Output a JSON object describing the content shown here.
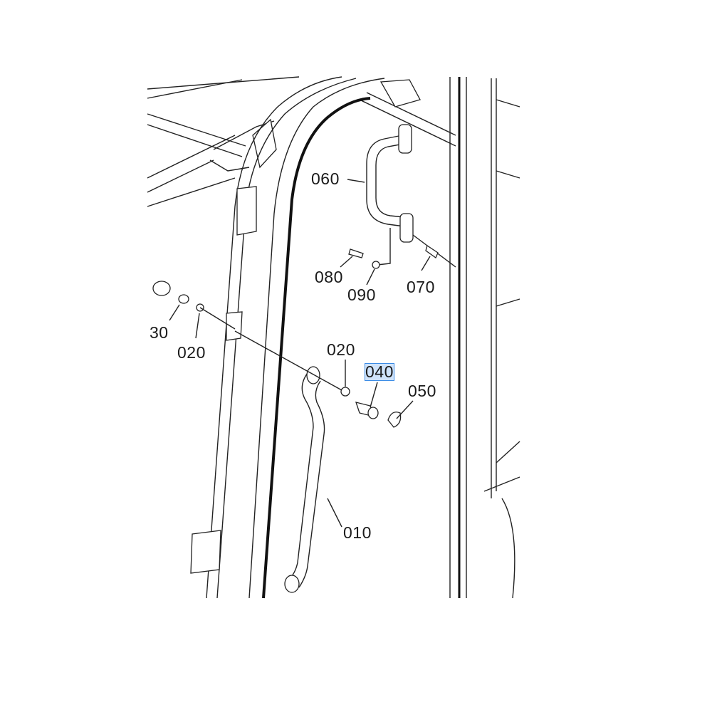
{
  "diagram": {
    "labels": {
      "p060": "060",
      "p080": "080",
      "p090": "090",
      "p070": "070",
      "p030": "30",
      "p020a": "020",
      "p020b": "020",
      "p040": "040",
      "p050": "050",
      "p010": "010"
    },
    "highlighted_part": "040",
    "highlight_color": "#cfe3fb",
    "highlight_border": "#3c8ce6"
  }
}
